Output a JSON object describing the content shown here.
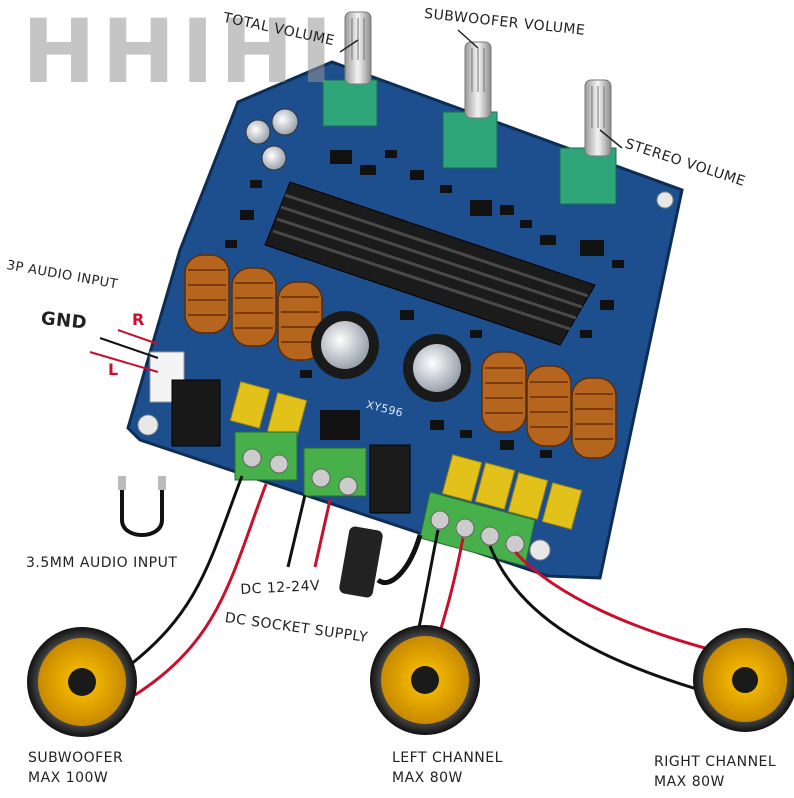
{
  "watermark": "HHIHI",
  "board": {
    "model": "XY596",
    "pcb_color": "#1d4f8f",
    "heatsink_color": "#1b1b1b",
    "pot_color": "#2fa57a",
    "capacitor_label_color": "#e2c21a"
  },
  "labels": {
    "total_volume": "TOTAL VOLUME",
    "subwoofer_volume": "SUBWOOFER VOLUME",
    "stereo_volume": "STEREO VOLUME",
    "audio_input_3p": "3P AUDIO INPUT",
    "r": "R",
    "gnd": "GND",
    "l": "L",
    "audio_35mm": "3.5MM AUDIO INPUT",
    "dc_voltage": "DC 12-24V",
    "dc_supply": "DC SOCKET SUPPLY",
    "speaker_sub_name": "SUBWOOFER",
    "speaker_sub_power": "MAX 100W",
    "speaker_left_name": "LEFT CHANNEL",
    "speaker_left_power": "MAX 80W",
    "speaker_right_name": "RIGHT CHANNEL",
    "speaker_right_power": "MAX 80W"
  }
}
